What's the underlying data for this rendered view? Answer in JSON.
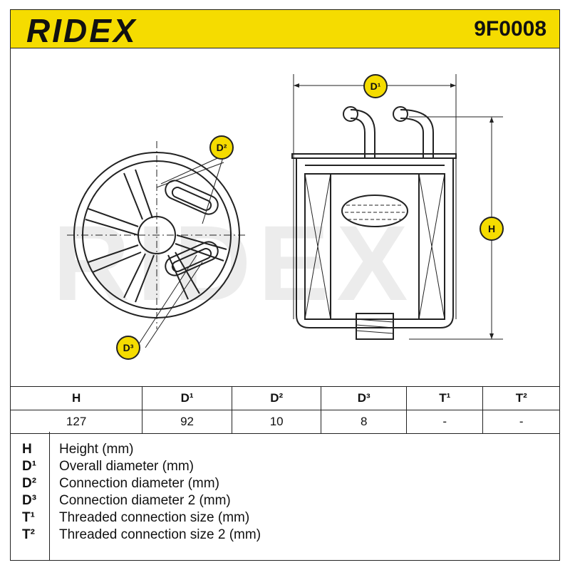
{
  "header": {
    "brand": "RIDEX",
    "part_number": "9F0008"
  },
  "watermark": "RIDEX",
  "labels": {
    "d1": "D¹",
    "d2": "D²",
    "d3": "D³",
    "h": "H"
  },
  "colors": {
    "accent": "#f5dc00",
    "line": "#222222"
  },
  "spec_table": {
    "headers": [
      "H",
      "D¹",
      "D²",
      "D³",
      "T¹",
      "T²"
    ],
    "values": [
      "127",
      "92",
      "10",
      "8",
      "-",
      "-"
    ]
  },
  "legend": [
    {
      "key": "H",
      "desc": "Height (mm)"
    },
    {
      "key": "D¹",
      "desc": "Overall diameter (mm)"
    },
    {
      "key": "D²",
      "desc": "Connection diameter (mm)"
    },
    {
      "key": "D³",
      "desc": "Connection diameter 2 (mm)"
    },
    {
      "key": "T¹",
      "desc": "Threaded connection size (mm)"
    },
    {
      "key": "T²",
      "desc": "Threaded connection size 2 (mm)"
    }
  ]
}
